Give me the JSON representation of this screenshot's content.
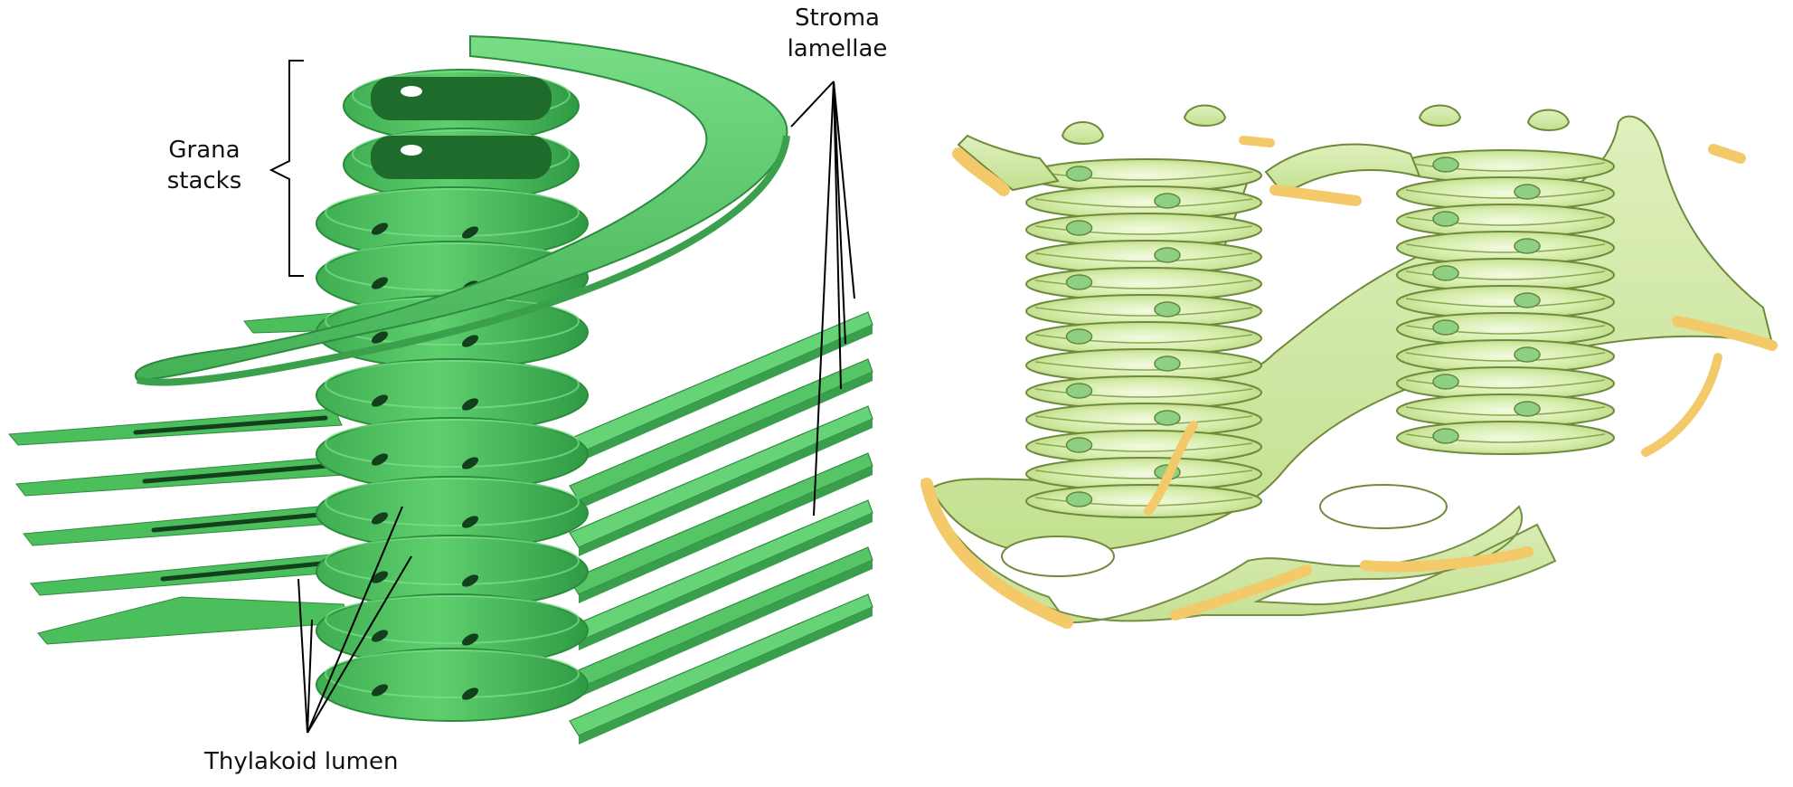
{
  "labels": {
    "grana_line1": "Grana",
    "grana_line2": "stacks",
    "stroma_line1": "Stroma",
    "stroma_line2": "lamellae",
    "lumen": "Thylakoid lumen"
  },
  "colors": {
    "background": "#ffffff",
    "membrane_green": "#5fcf6e",
    "membrane_dark": "#2a8c3b",
    "lumen_dark": "#1a5e26",
    "cartoon_green": "#c8e6a0",
    "cartoon_light": "#eef7d8",
    "cartoon_edge": "#6f8a3a",
    "cut_edge_yellow": "#f4c96a",
    "label_line": "#000000"
  }
}
